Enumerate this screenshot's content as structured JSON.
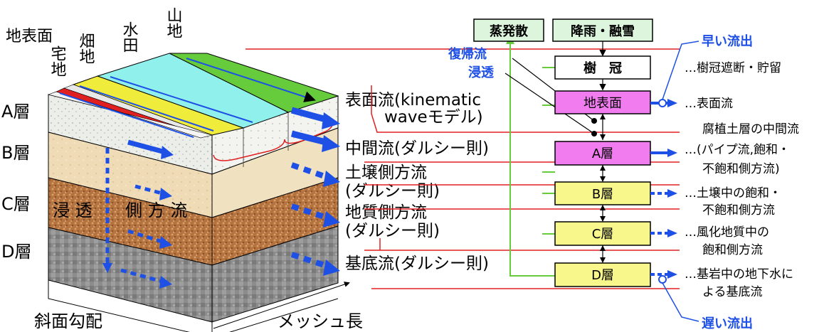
{
  "left": {
    "land_uses": [
      "山地",
      "水田",
      "畑地",
      "宅地",
      "地表面"
    ],
    "layers": [
      "A層",
      "B層",
      "C層",
      "D層"
    ],
    "inner_labels": {
      "infiltration": "浸 透",
      "lateral": "側 方 流"
    },
    "bottom_labels": {
      "slope": "斜面勾配",
      "mesh": "メッシュ長"
    },
    "flows": {
      "surface_1": "表面流(kinematic",
      "surface_2": "waveモデル)",
      "middle": "中間流(ダルシー則)",
      "soil_1": "土壌側方流",
      "soil_2": "(ダルシー則)",
      "geo_1": "地質側方流",
      "geo_2": "(ダルシー則)",
      "base": "基底流(ダルシー則)"
    }
  },
  "right": {
    "inputs": {
      "evap": "蒸発散",
      "rain": "降雨・融雪"
    },
    "left_labels": {
      "return_flow": "復帰流",
      "infiltration": "浸透"
    },
    "boxes": [
      "樹　冠",
      "地表面",
      "A層",
      "B層",
      "C層",
      "D層"
    ],
    "box_colors": {
      "canopy": "#ffffff",
      "surface": "#f07cf0",
      "a": "#f07cf0",
      "bcd": "#f7f78c",
      "input": "#dcf5dc"
    },
    "annotations": {
      "fast": "早い流出",
      "slow": "遅い流出",
      "canopy": "…樹冠遮断・貯留",
      "surface": "…表面流",
      "a_1": "腐植土層の中間流",
      "a_2": "…(パイプ流,飽和・",
      "a_3": "不飽和側方流)",
      "b_1": "…土壌中の飽和・",
      "b_2": "不飽和側方流",
      "c_1": "…風化地質中の",
      "c_2": "飽和側方流",
      "d_1": "…基岩中の地下水に",
      "d_2": "よる基底流"
    }
  }
}
